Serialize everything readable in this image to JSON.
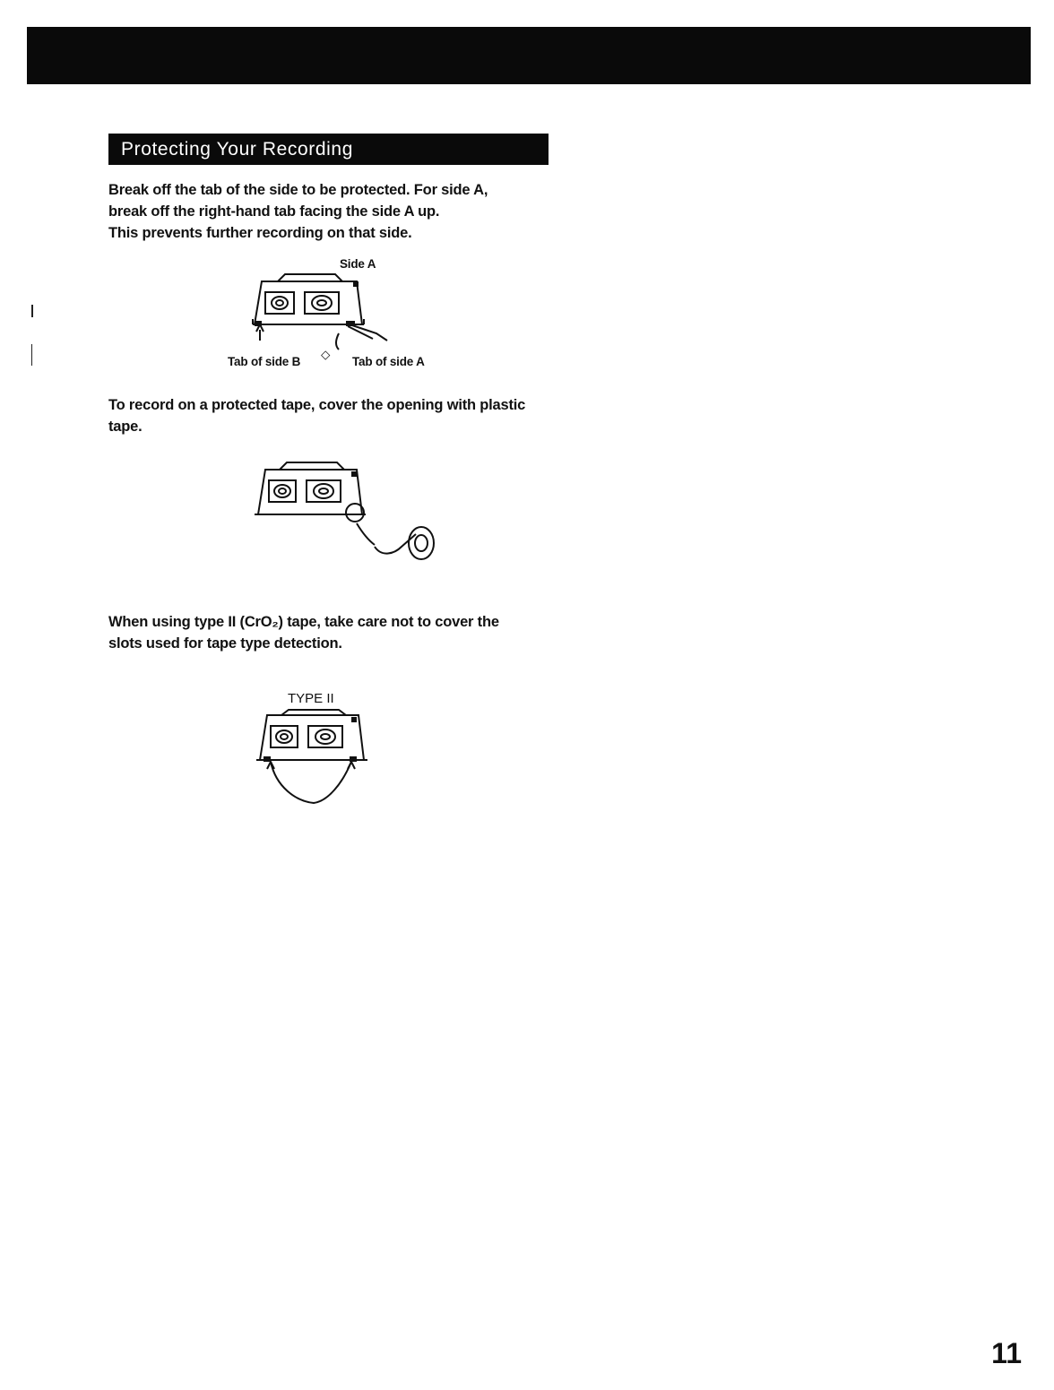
{
  "section": {
    "title": "Protecting Your Recording"
  },
  "paragraphs": {
    "p1": [
      "Break off the tab of the side to be protected. For side A,",
      "break off the right-hand tab facing the side A up.",
      "This prevents further recording on that side."
    ],
    "p2": [
      "To record on a protected tape, cover the opening with plastic",
      "tape."
    ],
    "p3": [
      "When using type II (CrO₂) tape, take care not to cover the",
      "slots used for tape type detection."
    ]
  },
  "figure1": {
    "side_label": "Side A",
    "tab_b_label": "Tab of side B",
    "tab_a_label": "Tab of side A"
  },
  "figure3": {
    "type_label": "TYPE II"
  },
  "page": {
    "number": "11"
  }
}
